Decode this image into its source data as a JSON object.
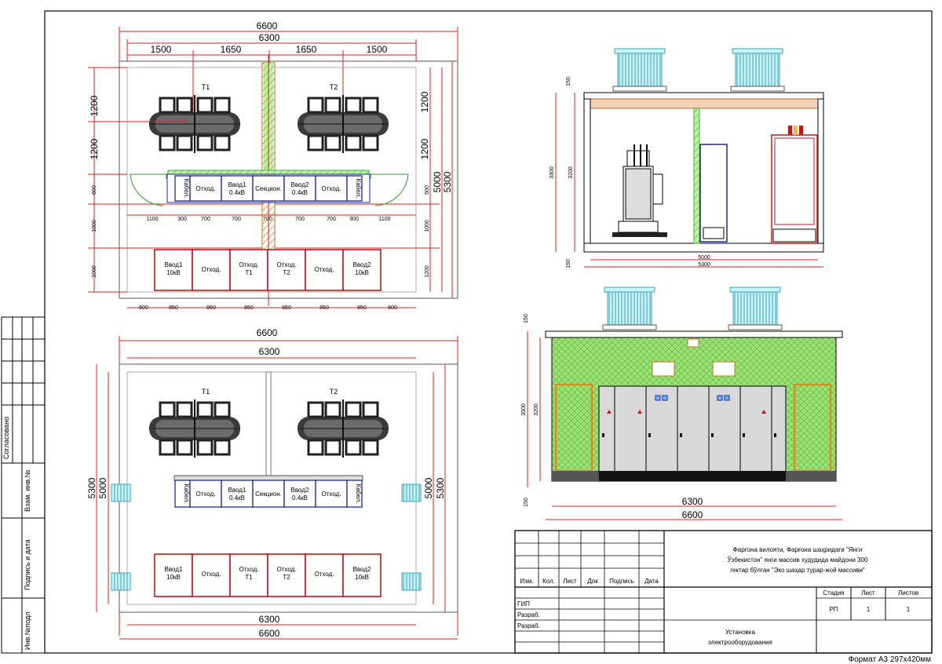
{
  "sidebar": {
    "approved": "Согласовано",
    "vzam": "Взам. инв.№",
    "sign_date": "Подпись и дата",
    "inv_orig": "Инв.№подл"
  },
  "plan_top": {
    "overall": "6600",
    "inner": "6300",
    "segments": [
      "1500",
      "1650",
      "1650",
      "1500"
    ],
    "left_dims": [
      "1200",
      "1200",
      "600",
      "1000",
      "1000"
    ],
    "right_dims": [
      "1200",
      "1200",
      "600",
      "1000",
      "1200"
    ],
    "right_total_a": "5000",
    "right_total_b": "5300",
    "transformer_1": "T1",
    "transformer_2": "T2",
    "lv_row_dims": [
      "1100",
      "300",
      "700",
      "700",
      "700",
      "700",
      "700",
      "300",
      "1100"
    ],
    "hv_row_dims": [
      "600",
      "850",
      "850",
      "850",
      "850",
      "850",
      "850",
      "600"
    ]
  },
  "lv_cells": [
    "Кабел.",
    "Отход.",
    "Ввод1 0.4кВ",
    "Секцион.",
    "Ввод2 0.4кВ",
    "Отход.",
    "Кабел."
  ],
  "hv_cells": [
    "Ввод1 10кВ",
    "Отход.",
    "Отход. Т1",
    "Отход. Т2",
    "Отход.",
    "Ввод2 10кВ"
  ],
  "plan_bottom": {
    "overall_top": "6600",
    "inner_top": "6300",
    "overall_bottom": "6600",
    "inner_bottom": "6300",
    "side_a": "5000",
    "side_b": "5300",
    "transformer_1": "T1",
    "transformer_2": "T2"
  },
  "section_side": {
    "h_top": "150",
    "h_total": "3300",
    "h_inner": "3200",
    "h_bottom": "150",
    "w_inner": "5000",
    "w_outer": "5300"
  },
  "elevation": {
    "h_top": "150",
    "h_total": "3500",
    "h_inner": "3200",
    "h_bottom": "150",
    "w_inner": "6300",
    "w_outer": "6600"
  },
  "title_block": {
    "headers": [
      "Изм.",
      "Кол.",
      "Лист",
      "Док",
      "Подпись",
      "Дата"
    ],
    "roles": [
      "ГИП",
      "Разраб.",
      "Разраб."
    ],
    "project": "Фарғона вилояти, Фарғона шаҳридаги \"Янги Ўзбекистон\" янги массив худудида майдони 300 гектар бўлган \"Эко шаҳар турар-жой массиви\"",
    "stage_label": "Стадия",
    "sheet_label": "Лист",
    "sheets_label": "Листов",
    "stage": "РП",
    "sheet": "1",
    "sheets": "1",
    "drawing_title": "Установка электрооборудования"
  },
  "format_note": "Формат А3 297x420мм"
}
